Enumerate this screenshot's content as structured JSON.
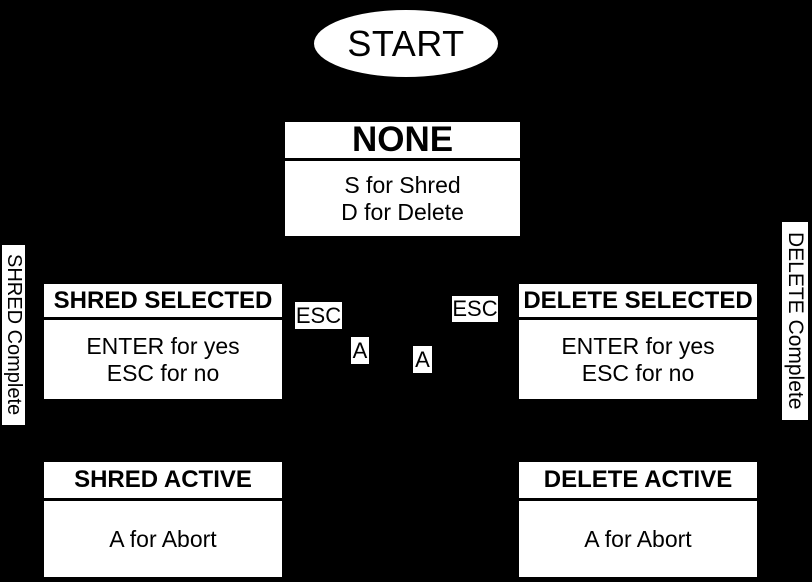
{
  "diagram": {
    "type": "state-machine",
    "background_color": "#000000",
    "node_fill_color": "#ffffff",
    "text_color": "#000000"
  },
  "nodes": {
    "start": {
      "label": "START"
    },
    "none": {
      "title": "NONE",
      "line1": "S for Shred",
      "line2": "D for Delete"
    },
    "shred_selected": {
      "title": "SHRED SELECTED",
      "line1": "ENTER for yes",
      "line2": "ESC for no"
    },
    "delete_selected": {
      "title": "DELETE SELECTED",
      "line1": "ENTER for yes",
      "line2": "ESC for no"
    },
    "shred_active": {
      "title": "SHRED ACTIVE",
      "line1": "A for Abort"
    },
    "delete_active": {
      "title": "DELETE ACTIVE",
      "line1": "A for Abort"
    }
  },
  "edge_labels": {
    "esc_left": "ESC",
    "a_left": "A",
    "a_mid": "A",
    "esc_right": "ESC"
  },
  "side_labels": {
    "shred_complete": "SHRED Complete",
    "delete_complete": "DELETE Complete"
  }
}
